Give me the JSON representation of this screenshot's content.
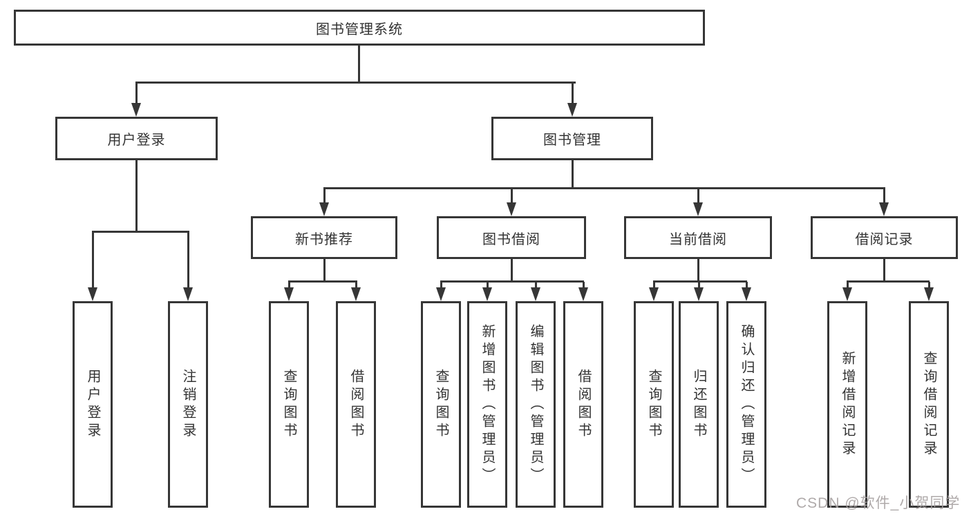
{
  "diagram": {
    "root": {
      "label": "图书管理系统"
    },
    "branches": [
      {
        "label": "用户登录",
        "children": [
          {
            "label": "用户登录"
          },
          {
            "label": "注销登录"
          }
        ]
      },
      {
        "label": "图书管理",
        "groups": [
          {
            "label": "新书推荐",
            "children": [
              {
                "label": "查询图书"
              },
              {
                "label": "借阅图书"
              }
            ]
          },
          {
            "label": "图书借阅",
            "children": [
              {
                "label": "查询图书"
              },
              {
                "label": "新增图书（管理员）"
              },
              {
                "label": "编辑图书（管理员）"
              },
              {
                "label": "借阅图书"
              }
            ]
          },
          {
            "label": "当前借阅",
            "children": [
              {
                "label": "查询图书"
              },
              {
                "label": "归还图书"
              },
              {
                "label": "确认归还（管理员）"
              }
            ]
          },
          {
            "label": "借阅记录",
            "children": [
              {
                "label": "新增借阅记录"
              },
              {
                "label": "查询借阅记录"
              }
            ]
          }
        ]
      }
    ]
  },
  "watermark": {
    "text": "CSDN @软件_小贺同学",
    "color": "#a7a1a1"
  },
  "colors": {
    "line": "#363636",
    "box_border": "#363636",
    "text": "#333333",
    "background": "#ffffff"
  }
}
